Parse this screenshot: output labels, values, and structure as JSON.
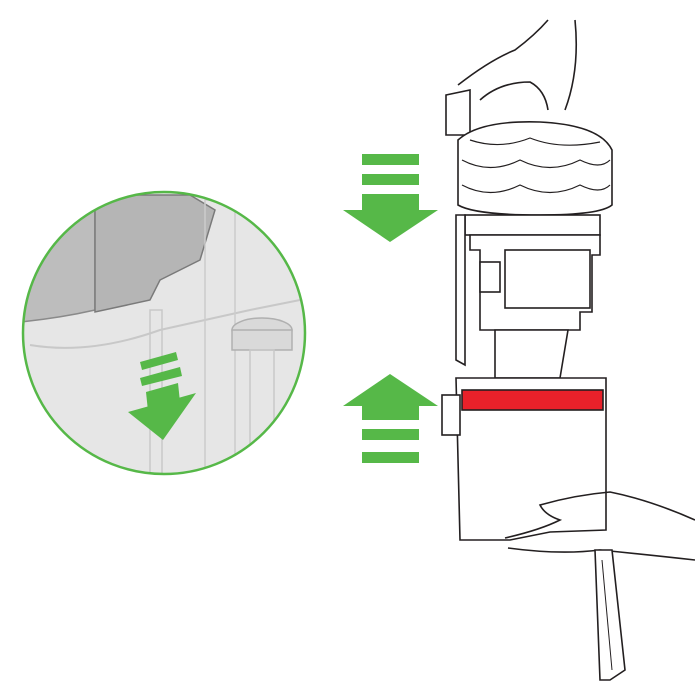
{
  "illustration": {
    "subject": "cyclone-and-bin-assembly",
    "arrows": [
      {
        "name": "push-down-arrow",
        "direction": "down"
      },
      {
        "name": "push-up-arrow",
        "direction": "up"
      },
      {
        "name": "inset-down-arrow",
        "direction": "down"
      }
    ]
  },
  "colors": {
    "accent_green": "#56b848",
    "highlight_red": "#e8212a",
    "outline": "#231f20",
    "inset_grey": "#e6e6e6",
    "inset_dark_grey": "#bdbdbd"
  }
}
